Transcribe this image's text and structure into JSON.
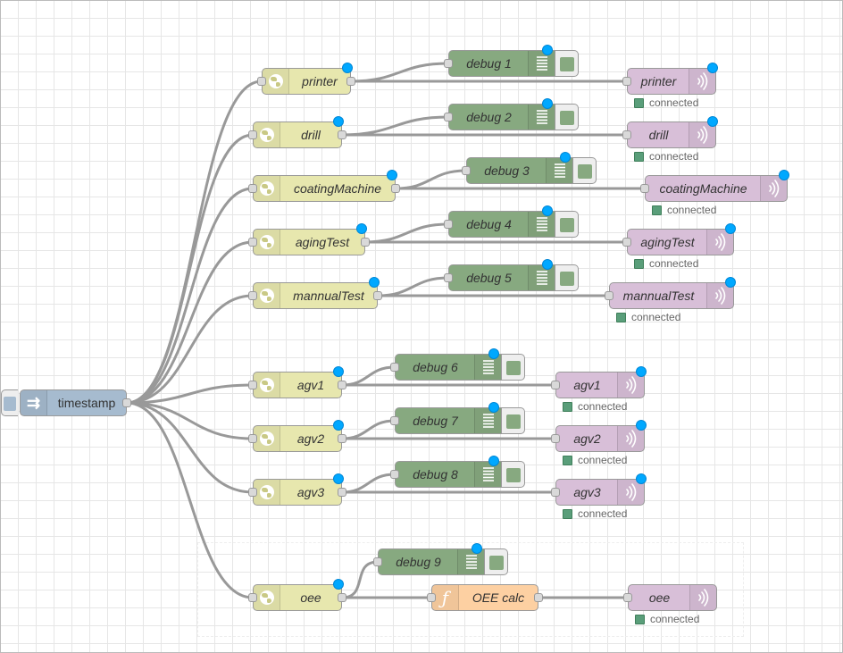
{
  "inject": {
    "label": "timestamp",
    "icon": "arrow-in-icon"
  },
  "flows": [
    {
      "in": "printer",
      "debug": "debug 1",
      "out": "printer",
      "status": "connected"
    },
    {
      "in": "drill",
      "debug": "debug 2",
      "out": "drill",
      "status": "connected"
    },
    {
      "in": "coatingMachine",
      "debug": "debug 3",
      "out": "coatingMachine",
      "status": "connected"
    },
    {
      "in": "agingTest",
      "debug": "debug 4",
      "out": "agingTest",
      "status": "connected"
    },
    {
      "in": "mannualTest",
      "debug": "debug 5",
      "out": "mannualTest",
      "status": "connected"
    },
    {
      "in": "agv1",
      "debug": "debug 6",
      "out": "agv1",
      "status": "connected"
    },
    {
      "in": "agv2",
      "debug": "debug 7",
      "out": "agv2",
      "status": "connected"
    },
    {
      "in": "agv3",
      "debug": "debug 8",
      "out": "agv3",
      "status": "connected"
    },
    {
      "in": "oee",
      "debug": "debug 9",
      "func": "OEE calc",
      "out": "oee",
      "status": "connected"
    }
  ],
  "colors": {
    "http_in": "#e7e7ae",
    "debug": "#87a980",
    "mqtt_out": "#d8bfd8",
    "function": "#fdd0a2",
    "inject": "#a6bbcf",
    "changed_dot": "#00a8ff",
    "status_connected": "#5a9e7a",
    "wire": "#999999"
  }
}
